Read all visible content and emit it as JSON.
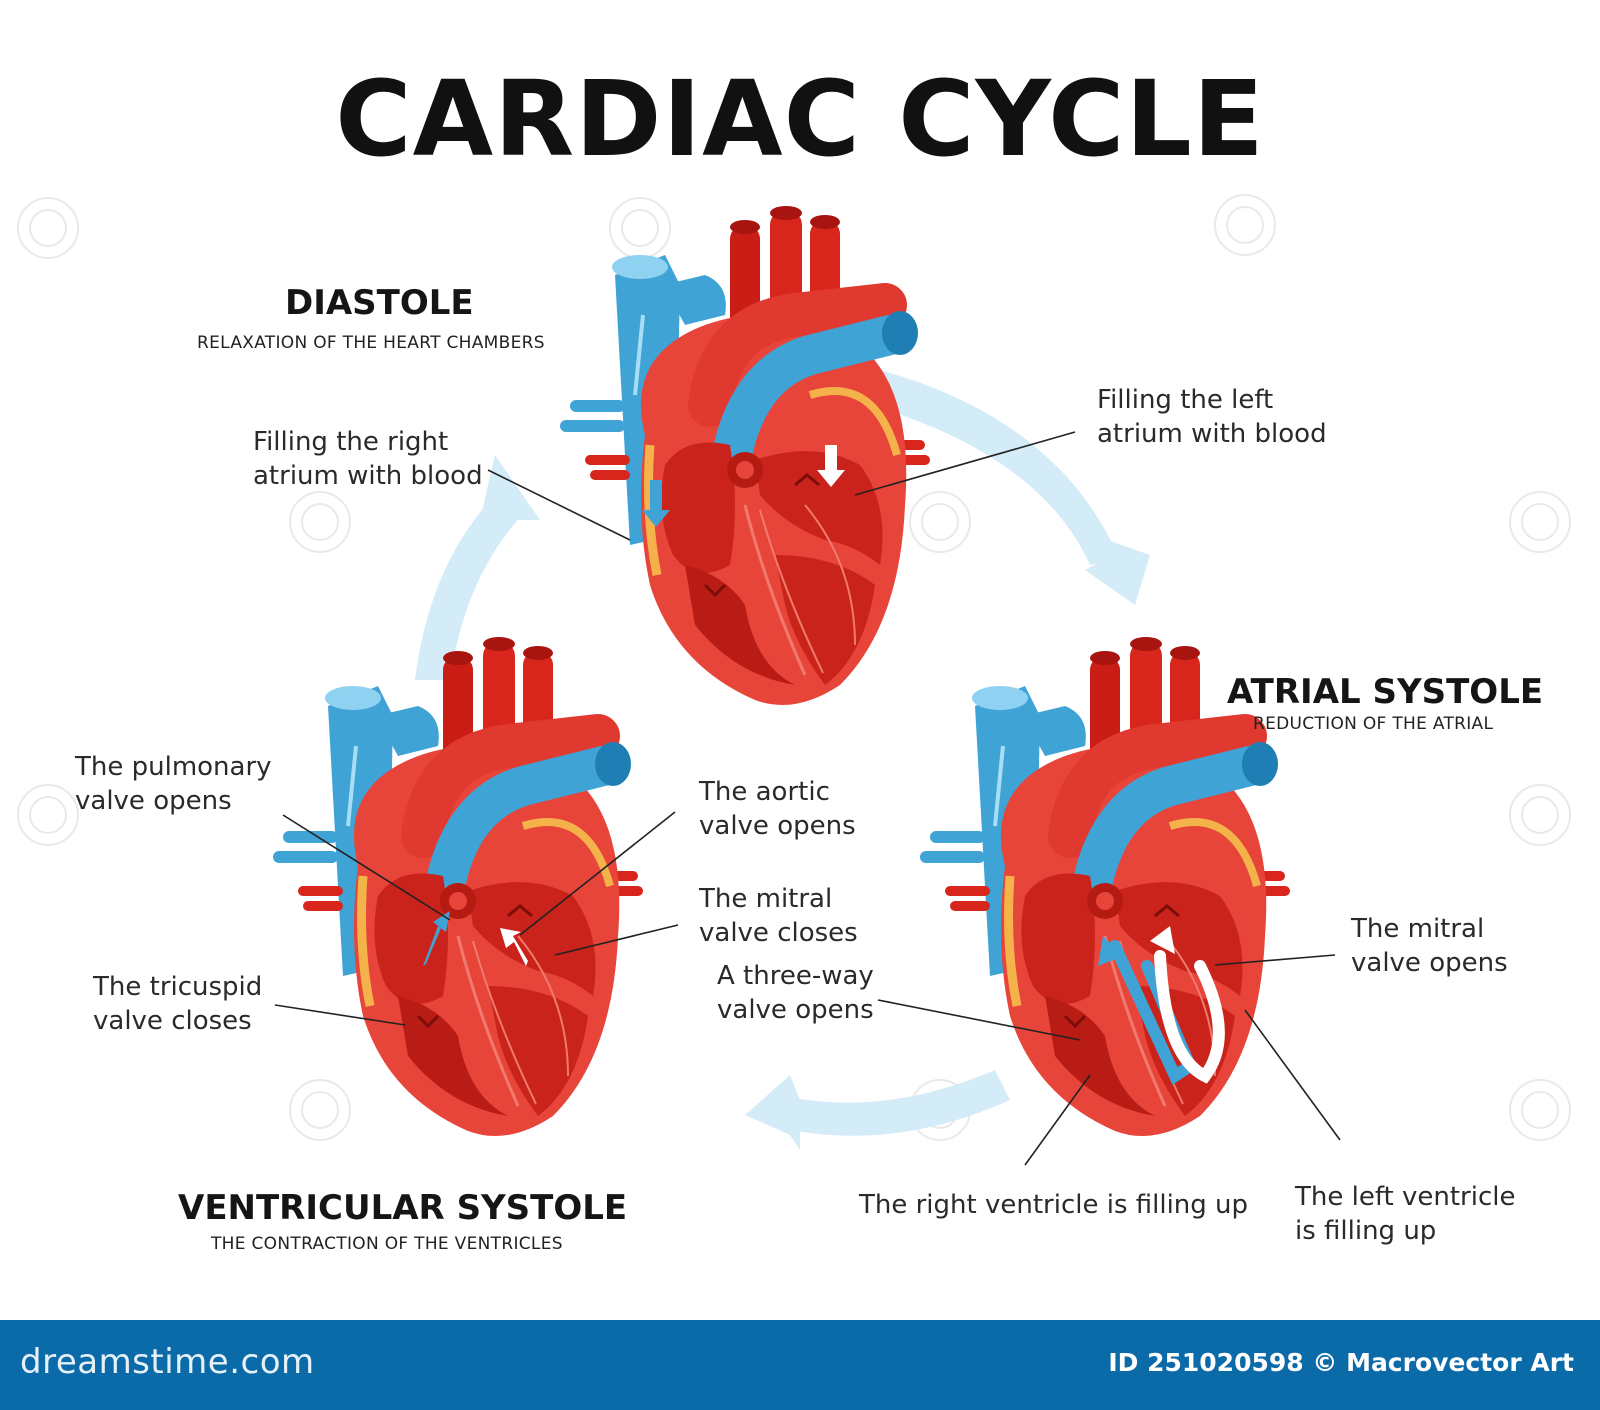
{
  "title": "CARDIAC CYCLE",
  "stages": {
    "diastole": {
      "title": "DIASTOLE",
      "subtitle": "RELAXATION OF THE HEART CHAMBERS",
      "labels": {
        "right_atrium": [
          "Filling the right",
          "atrium with blood"
        ],
        "left_atrium": [
          "Filling the left",
          "atrium with blood"
        ]
      }
    },
    "atrial_systole": {
      "title": "ATRIAL SYSTOLE",
      "subtitle": "REDUCTION OF THE ATRIAL",
      "labels": {
        "mitral_opens": [
          "The mitral",
          "valve opens"
        ],
        "three_way": [
          "A three-way",
          "valve opens"
        ],
        "right_ventricle": [
          "The right ventricle is filling up"
        ],
        "left_ventricle": [
          "The left ventricle",
          "is filling up"
        ]
      }
    },
    "ventricular_systole": {
      "title": "VENTRICULAR SYSTOLE",
      "subtitle": "THE CONTRACTION OF THE VENTRICLES",
      "labels": {
        "pulmonary": [
          "The pulmonary",
          "valve opens"
        ],
        "aortic": [
          "The aortic",
          "valve opens"
        ],
        "mitral_closes": [
          "The mitral",
          "valve closes"
        ],
        "tricuspid": [
          "The tricuspid",
          "valve closes"
        ]
      }
    }
  },
  "footer": {
    "logo": "dreamstime.com",
    "credit": "ID 251020598 © Macrovector Art"
  },
  "colors": {
    "artery": "#d9261c",
    "artery_dark": "#a8140f",
    "vein": "#3fa3d6",
    "vein_light": "#8fd1f0",
    "muscle": "#e8453a",
    "fat": "#f4b24a",
    "cycle_arrow": "#d4ecf8",
    "footer": "#0b6aa8"
  }
}
